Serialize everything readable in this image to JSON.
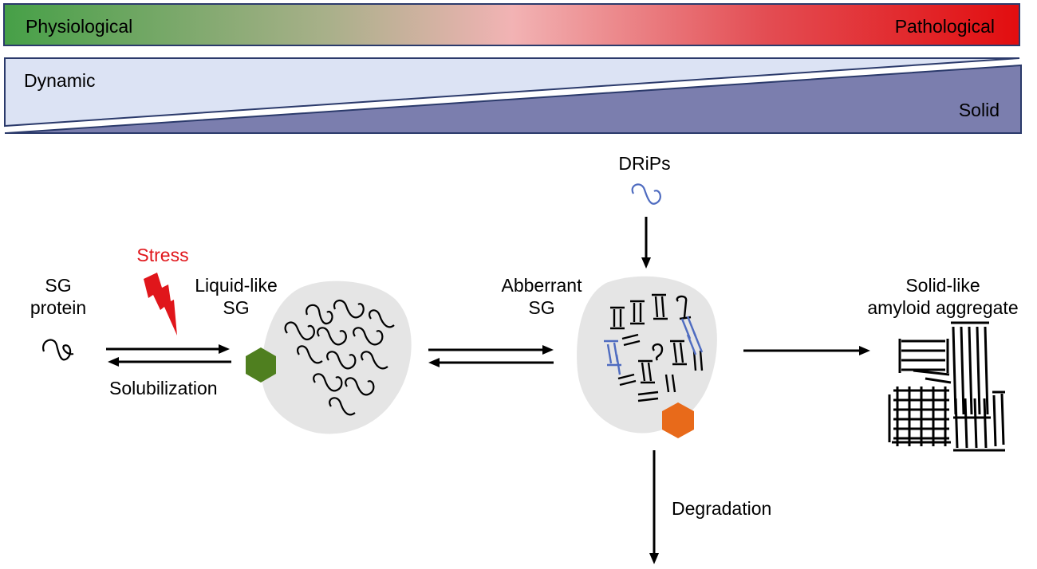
{
  "gradient_bar": {
    "left_label": "Physiological",
    "right_label": "Pathological",
    "colors": [
      "#46a047",
      "#a9b08a",
      "#f2b3b4",
      "#e34d53",
      "#e20d0f"
    ]
  },
  "state_bar": {
    "left_label": "Dynamic",
    "right_label": "Solid",
    "dynamic_color": "#dce3f4",
    "solid_color": "#7b7eae",
    "border_color": "#2b3a6b"
  },
  "labels": {
    "sg_protein_line1": "SG",
    "sg_protein_line2": "protein",
    "stress": "Stress",
    "solubilization": "Solubilization",
    "liquid_sg_line1": "Liquid-like",
    "liquid_sg_line2": "SG",
    "aberrant_sg_line1": "Abberrant",
    "aberrant_sg_line2": "SG",
    "drips": "DRiPs",
    "solid_line1": "Solid-like",
    "solid_line2": "amyloid aggregate",
    "degradation": "Degradation"
  },
  "colors": {
    "stress": "#e0161b",
    "granule": "#e5e5e5",
    "liquid_hexagon": "#4f7f1f",
    "aberrant_hexagon": "#e86a1a",
    "drips_protein": "#4f6cc0"
  },
  "icons": {
    "stress": "lightning-bolt-icon",
    "liquid_marker": "hexagon-icon",
    "aberrant_marker": "hexagon-icon"
  }
}
